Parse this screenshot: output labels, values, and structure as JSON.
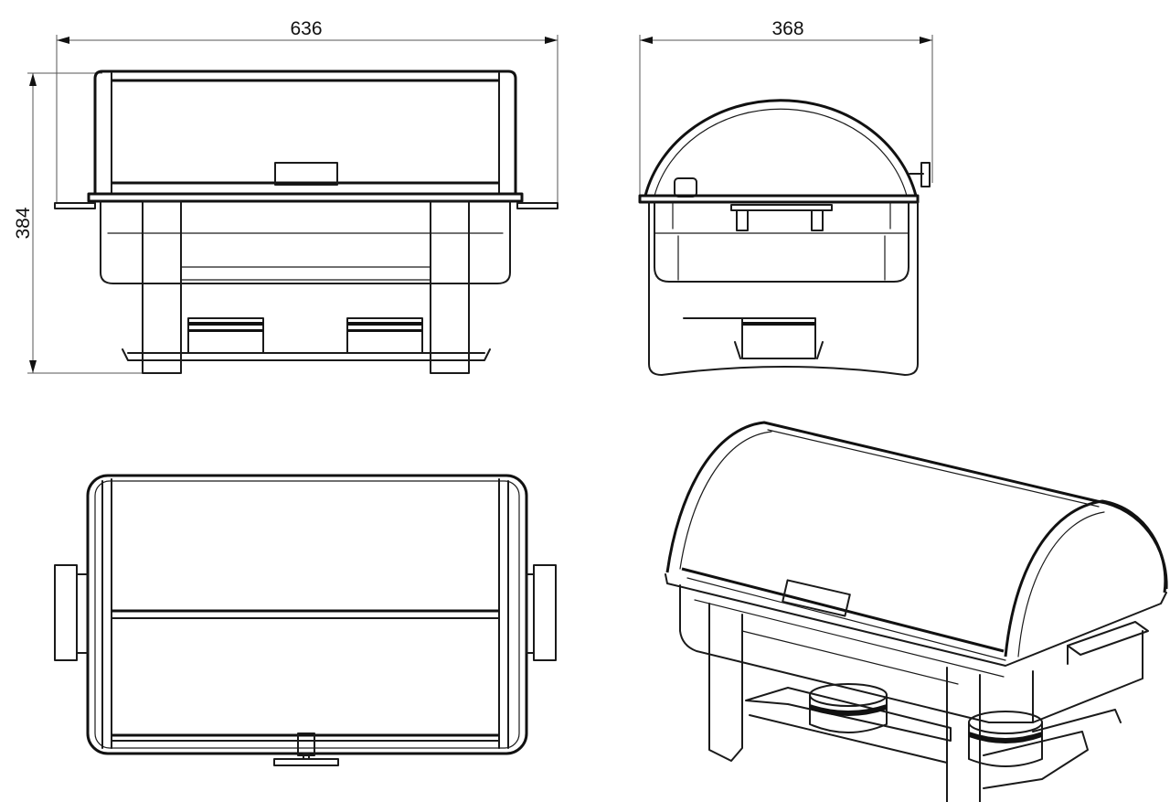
{
  "dimensions": {
    "front_width": "636",
    "front_height": "384",
    "side_width": "368"
  },
  "views": [
    "front-view",
    "side-view",
    "top-view",
    "isometric-view"
  ]
}
